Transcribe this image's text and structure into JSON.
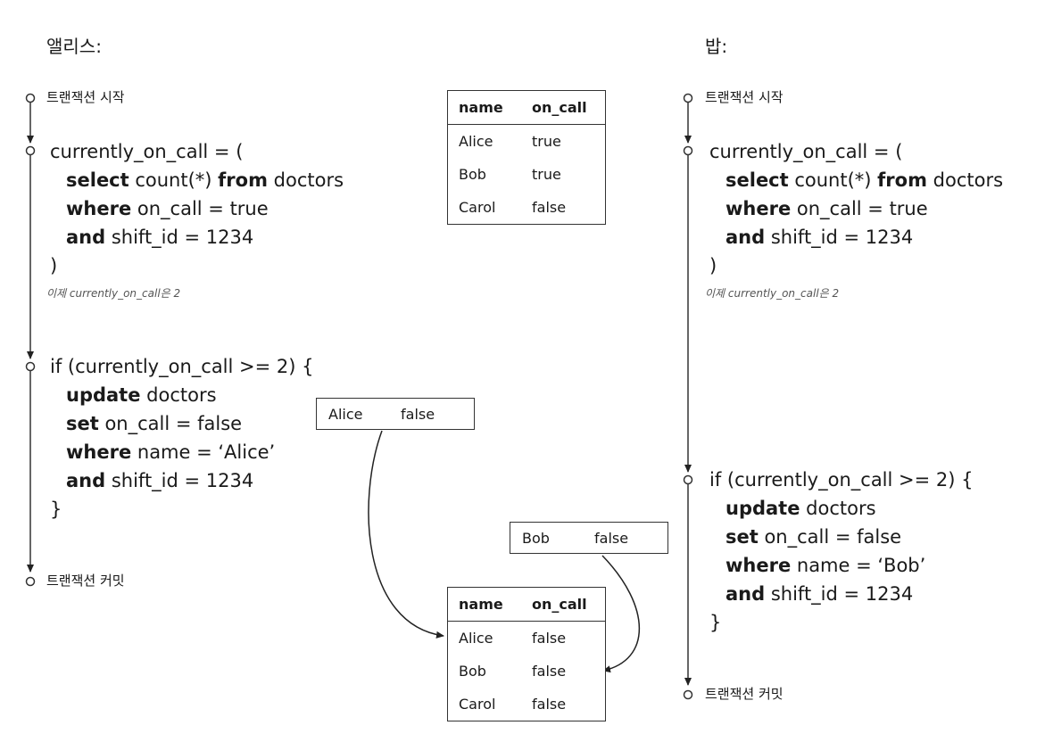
{
  "alice": {
    "title": "앨리스:",
    "begin": "트랜잭션 시작",
    "query_open": "currently_on_call = (",
    "kw_select": "select",
    "txt_count": " count(*) ",
    "kw_from": "from",
    "txt_doctors": " doctors",
    "kw_where": "where",
    "txt_oncall_true": " on_call = true",
    "kw_and": "and",
    "txt_shift": " shift_id = 1234",
    "query_close": ")",
    "note": "이제 currently_on_call은 2",
    "if_line": "if (currently_on_call >= 2) {",
    "kw_update": "update",
    "txt_update_doctors": " doctors",
    "kw_set": "set",
    "txt_set_false": " on_call = false",
    "kw_where2": "where",
    "txt_name": " name = ‘Alice’",
    "kw_and2": "and",
    "txt_shift2": " shift_id = 1234",
    "brace_close": "}",
    "commit": "트랜잭션 커밋"
  },
  "bob": {
    "title": "밥:",
    "begin": "트랜잭션 시작",
    "query_open": "currently_on_call = (",
    "kw_select": "select",
    "txt_count": " count(*) ",
    "kw_from": "from",
    "txt_doctors": " doctors",
    "kw_where": "where",
    "txt_oncall_true": " on_call = true",
    "kw_and": "and",
    "txt_shift": " shift_id = 1234",
    "query_close": ")",
    "note": "이제 currently_on_call은 2",
    "if_line": "if (currently_on_call >= 2) {",
    "kw_update": "update",
    "txt_update_doctors": " doctors",
    "kw_set": "set",
    "txt_set_false": " on_call = false",
    "kw_where2": "where",
    "txt_name": " name = ‘Bob’",
    "kw_and2": "and",
    "txt_shift2": " shift_id = 1234",
    "brace_close": "}",
    "commit": "트랜잭션 커밋"
  },
  "table_before": {
    "headers": [
      "name",
      "on_call"
    ],
    "rows": [
      [
        "Alice",
        "true"
      ],
      [
        "Bob",
        "true"
      ],
      [
        "Carol",
        "false"
      ]
    ]
  },
  "table_after": {
    "headers": [
      "name",
      "on_call"
    ],
    "rows": [
      [
        "Alice",
        "false"
      ],
      [
        "Bob",
        "false"
      ],
      [
        "Carol",
        "false"
      ]
    ]
  },
  "write_alice": {
    "name": "Alice",
    "value": "false"
  },
  "write_bob": {
    "name": "Bob",
    "value": "false"
  }
}
